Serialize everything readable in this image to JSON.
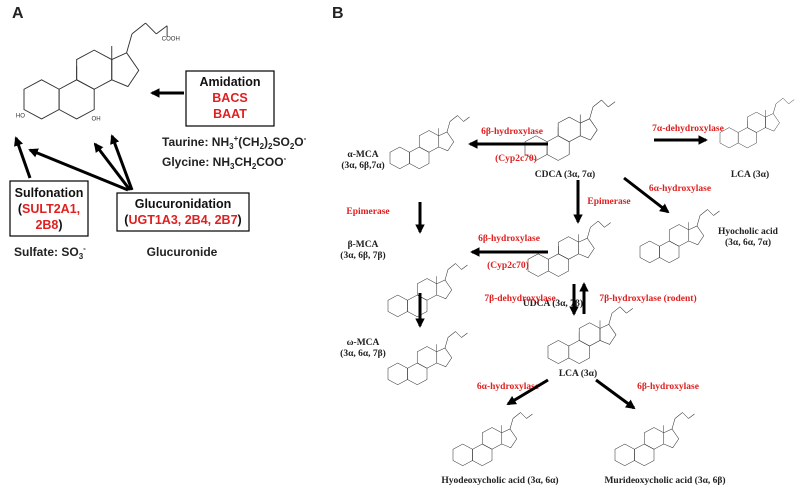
{
  "panels": {
    "a": "A",
    "b": "B"
  },
  "panel_a": {
    "amidation": {
      "title": "Amidation",
      "enzymes": [
        "BACS",
        "BAAT"
      ]
    },
    "taurine": {
      "prefix": "Taurine: NH",
      "sub1": "3",
      "sup1": "+",
      "mid": "(CH",
      "sub2": "2",
      "mid2": ")",
      "sub3": "2",
      "tail": "SO",
      "sub4": "2",
      "tail2": "O",
      "sup2": "-"
    },
    "glycine": {
      "prefix": "Glycine: NH",
      "sub1": "3",
      "mid": "CH",
      "sub2": "2",
      "tail": "COO",
      "sup": "-"
    },
    "sulfonation": {
      "title": "Sulfonation",
      "open": "(",
      "enz1": "SULT2A1,",
      "enz2": "2B8",
      "close": ")"
    },
    "glucuronidation": {
      "title": "Glucuronidation",
      "open": "(",
      "enz": "UGT1A3, 2B4, 2B7",
      "close": ")"
    },
    "sulfate": {
      "prefix": "Sulfate: SO",
      "sub": "3",
      "sup": "-"
    },
    "glucuronide": "Glucuronide",
    "structure_labels": {
      "cooh": "COOH",
      "ho": "HO",
      "oh": "OH"
    }
  },
  "panel_b": {
    "compounds": {
      "alpha_mca": {
        "name": "α-MCA",
        "config": "(3α, 6β,7α)"
      },
      "cdca": "CDCA (3α, 7α)",
      "lca_top": "LCA (3α)",
      "hyocholic": {
        "name": "Hyocholic acid",
        "config": "(3α, 6α, 7α)"
      },
      "beta_mca": {
        "name": "β-MCA",
        "config": "(3α, 6β, 7β)"
      },
      "udca": "UDCA (3α, 7β)",
      "omega_mca": {
        "name": "ω-MCA",
        "config": "(3α, 6α, 7β)"
      },
      "lca_mid": "LCA (3α)",
      "hyodeoxycholic": "Hyodeoxycholic acid (3α, 6α)",
      "murideoxycholic": "Murideoxycholic acid (3α, 6β)"
    },
    "enzymes": {
      "hydroxylase_6b_top": "6β-hydroxylase",
      "cyp2c70_top": "(Cyp2c70)",
      "dehydroxylase_7a": "7α-dehydroxylase",
      "epimerase_left": "Epimerase",
      "epimerase_center": "Epimerase",
      "hydroxylase_6a_right": "6α-hydroxylase",
      "hydroxylase_6b_mid": "6β-hydroxylase",
      "cyp2c70_mid": "(Cyp2c70)",
      "dehydroxylase_7b": "7β-dehydroxylase",
      "hydroxylase_7b_rodent": "7β-hydroxylase (rodent)",
      "hydroxylase_6a_bottom": "6α-hydroxylase",
      "hydroxylase_6b_bottom": "6β-hydroxylase"
    }
  },
  "colors": {
    "enzyme_red": "#e02020",
    "text": "#222222",
    "structure": "#333333"
  }
}
